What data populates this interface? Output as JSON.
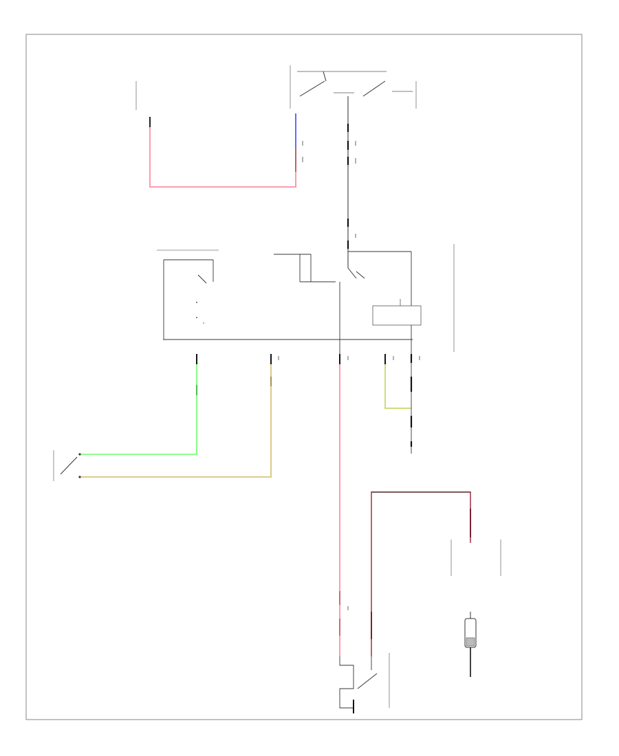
{
  "diagram": {
    "footer_code": "",
    "blocks": [
      {
        "id": "fuse-top",
        "lines": [
          "",
          "",
          "",
          "",
          ""
        ]
      },
      {
        "id": "ignition-switch",
        "lines": [
          ""
        ]
      },
      {
        "id": "hot-run-left",
        "lines": [
          ""
        ]
      },
      {
        "id": "hot-run-right",
        "lines": [
          ""
        ]
      },
      {
        "id": "relay-switch",
        "lines": [
          ""
        ]
      },
      {
        "id": "starter-relay",
        "lines": [
          ""
        ]
      },
      {
        "id": "ecm-block",
        "lines": [
          "",
          "",
          "",
          "",
          "",
          "",
          "",
          ""
        ]
      },
      {
        "id": "clutch-switch",
        "lines": [
          "",
          "",
          "",
          "",
          ""
        ]
      },
      {
        "id": "battery-terminal",
        "lines": [
          "",
          "",
          ""
        ]
      },
      {
        "id": "battery",
        "lines": [
          ""
        ]
      },
      {
        "id": "starter-motor",
        "lines": [
          ""
        ]
      }
    ],
    "wire_colors": {
      "pink": "#ff8fa3",
      "blue": "#4a5cff",
      "green": "#7cff7c",
      "tan": "#d8c27a",
      "yellowgreen": "#c8d86a",
      "dark_red": "#b05060",
      "black": "#111111",
      "gray": "#888888",
      "frame": "#999999"
    }
  }
}
